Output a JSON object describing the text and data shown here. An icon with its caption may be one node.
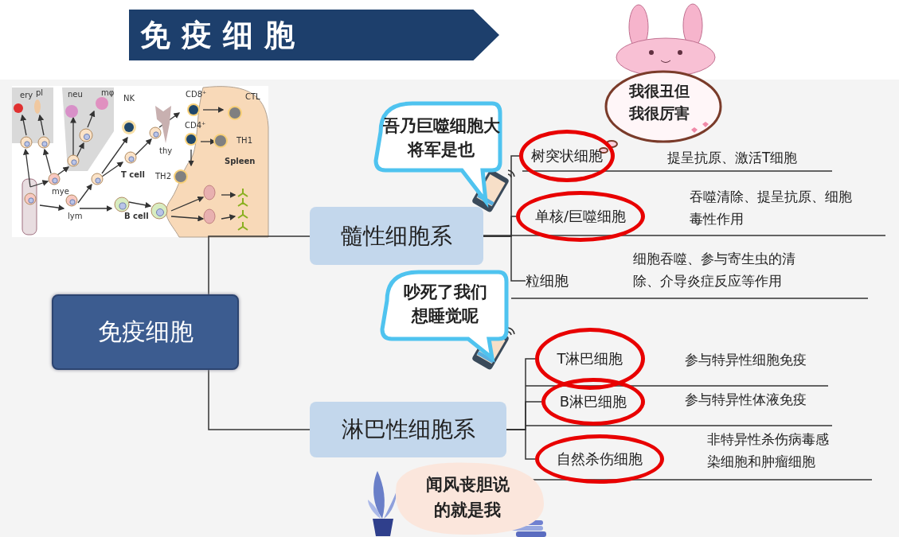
{
  "diagram": {
    "title": "免疫细胞",
    "nodes": [
      {
        "text": [
          "免疫细胞"
        ]
      },
      {
        "text": [
          "髓性细胞系"
        ]
      },
      {
        "text": [
          "淋巴性细胞系"
        ]
      },
      {
        "text": [
          "树突状细胞"
        ]
      },
      {
        "text": [
          "单核/巨噬细胞"
        ],
        "beside": [
          "吞噬清除、提呈抗原、细胞毒性作用"
        ]
      },
      {
        "text": [
          "粒细胞"
        ]
      },
      {
        "text": [
          "T淋巴细胞"
        ],
        "beside": [
          "参与特异性细胞免疫"
        ]
      },
      {
        "text": [
          "B淋巴细胞"
        ],
        "beside": [
          "参与特异性体液免疫"
        ]
      },
      {
        "text": [
          "自然杀伤细胞"
        ],
        "beside": [
          "非特异性杀伤病毒感染细胞和肿瘤细胞"
        ]
      },
      {
        "text": [
          "吾乃巨噬细胞大将军是也"
        ]
      },
      {
        "text": [
          "我很丑但我很厉害"
        ]
      },
      {
        "text": [
          "吵死了我们想睡觉呢"
        ]
      },
      {
        "text": [
          "闻风丧胆说的就是我"
        ]
      }
    ],
    "edges": [
      {
        "from": 0,
        "to": 1,
        "arrow": "none"
      },
      {
        "from": 0,
        "to": 2,
        "arrow": "none"
      },
      {
        "from": 1,
        "to": 3,
        "arrow": "none"
      },
      {
        "from": 1,
        "to": 4,
        "arrow": "none"
      },
      {
        "from": 1,
        "to": 5,
        "arrow": "none"
      },
      {
        "from": 2,
        "to": 6,
        "arrow": "none"
      },
      {
        "from": 2,
        "to": 7,
        "arrow": "none"
      },
      {
        "from": 2,
        "to": 8,
        "arrow": "none"
      }
    ],
    "labels": [
      "ery",
      "pl",
      "neu",
      "mφ",
      "NK",
      "CD8⁺",
      "CTL",
      "CD4⁺",
      "TH1",
      "thy",
      "Spleen",
      "T cell",
      "TH2",
      "mye",
      "lym",
      "B cell",
      "提呈抗原、激活T细胞",
      "细胞吞噬、参与寄生虫的清除、介导炎症反应等作用"
    ]
  }
}
